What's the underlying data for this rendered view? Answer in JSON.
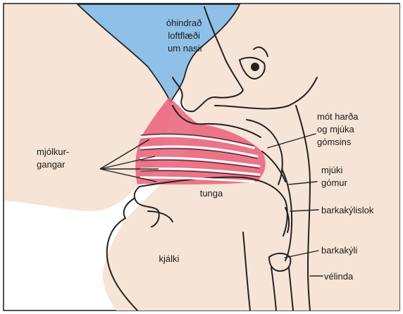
{
  "labels": {
    "airflow": [
      "óhindrað",
      "loftflæði",
      "um nasir"
    ],
    "ducts": [
      "mjólkur-",
      "gangar"
    ],
    "junction": [
      "mót harða",
      "og mjúka",
      "gómsins"
    ],
    "soft_palate": [
      "mjúki",
      "gómur"
    ],
    "epiglottis": "barkakýlislok",
    "larynx": "barkakýli",
    "esophagus": "vélinda",
    "tongue": "tunga",
    "jaw": "kjálki"
  },
  "colors": {
    "airflow": "#8fc0e8",
    "skin": "#f6e4d6",
    "breast": "#e9607a",
    "outline": "#222222",
    "border": "#1a1a1a"
  }
}
